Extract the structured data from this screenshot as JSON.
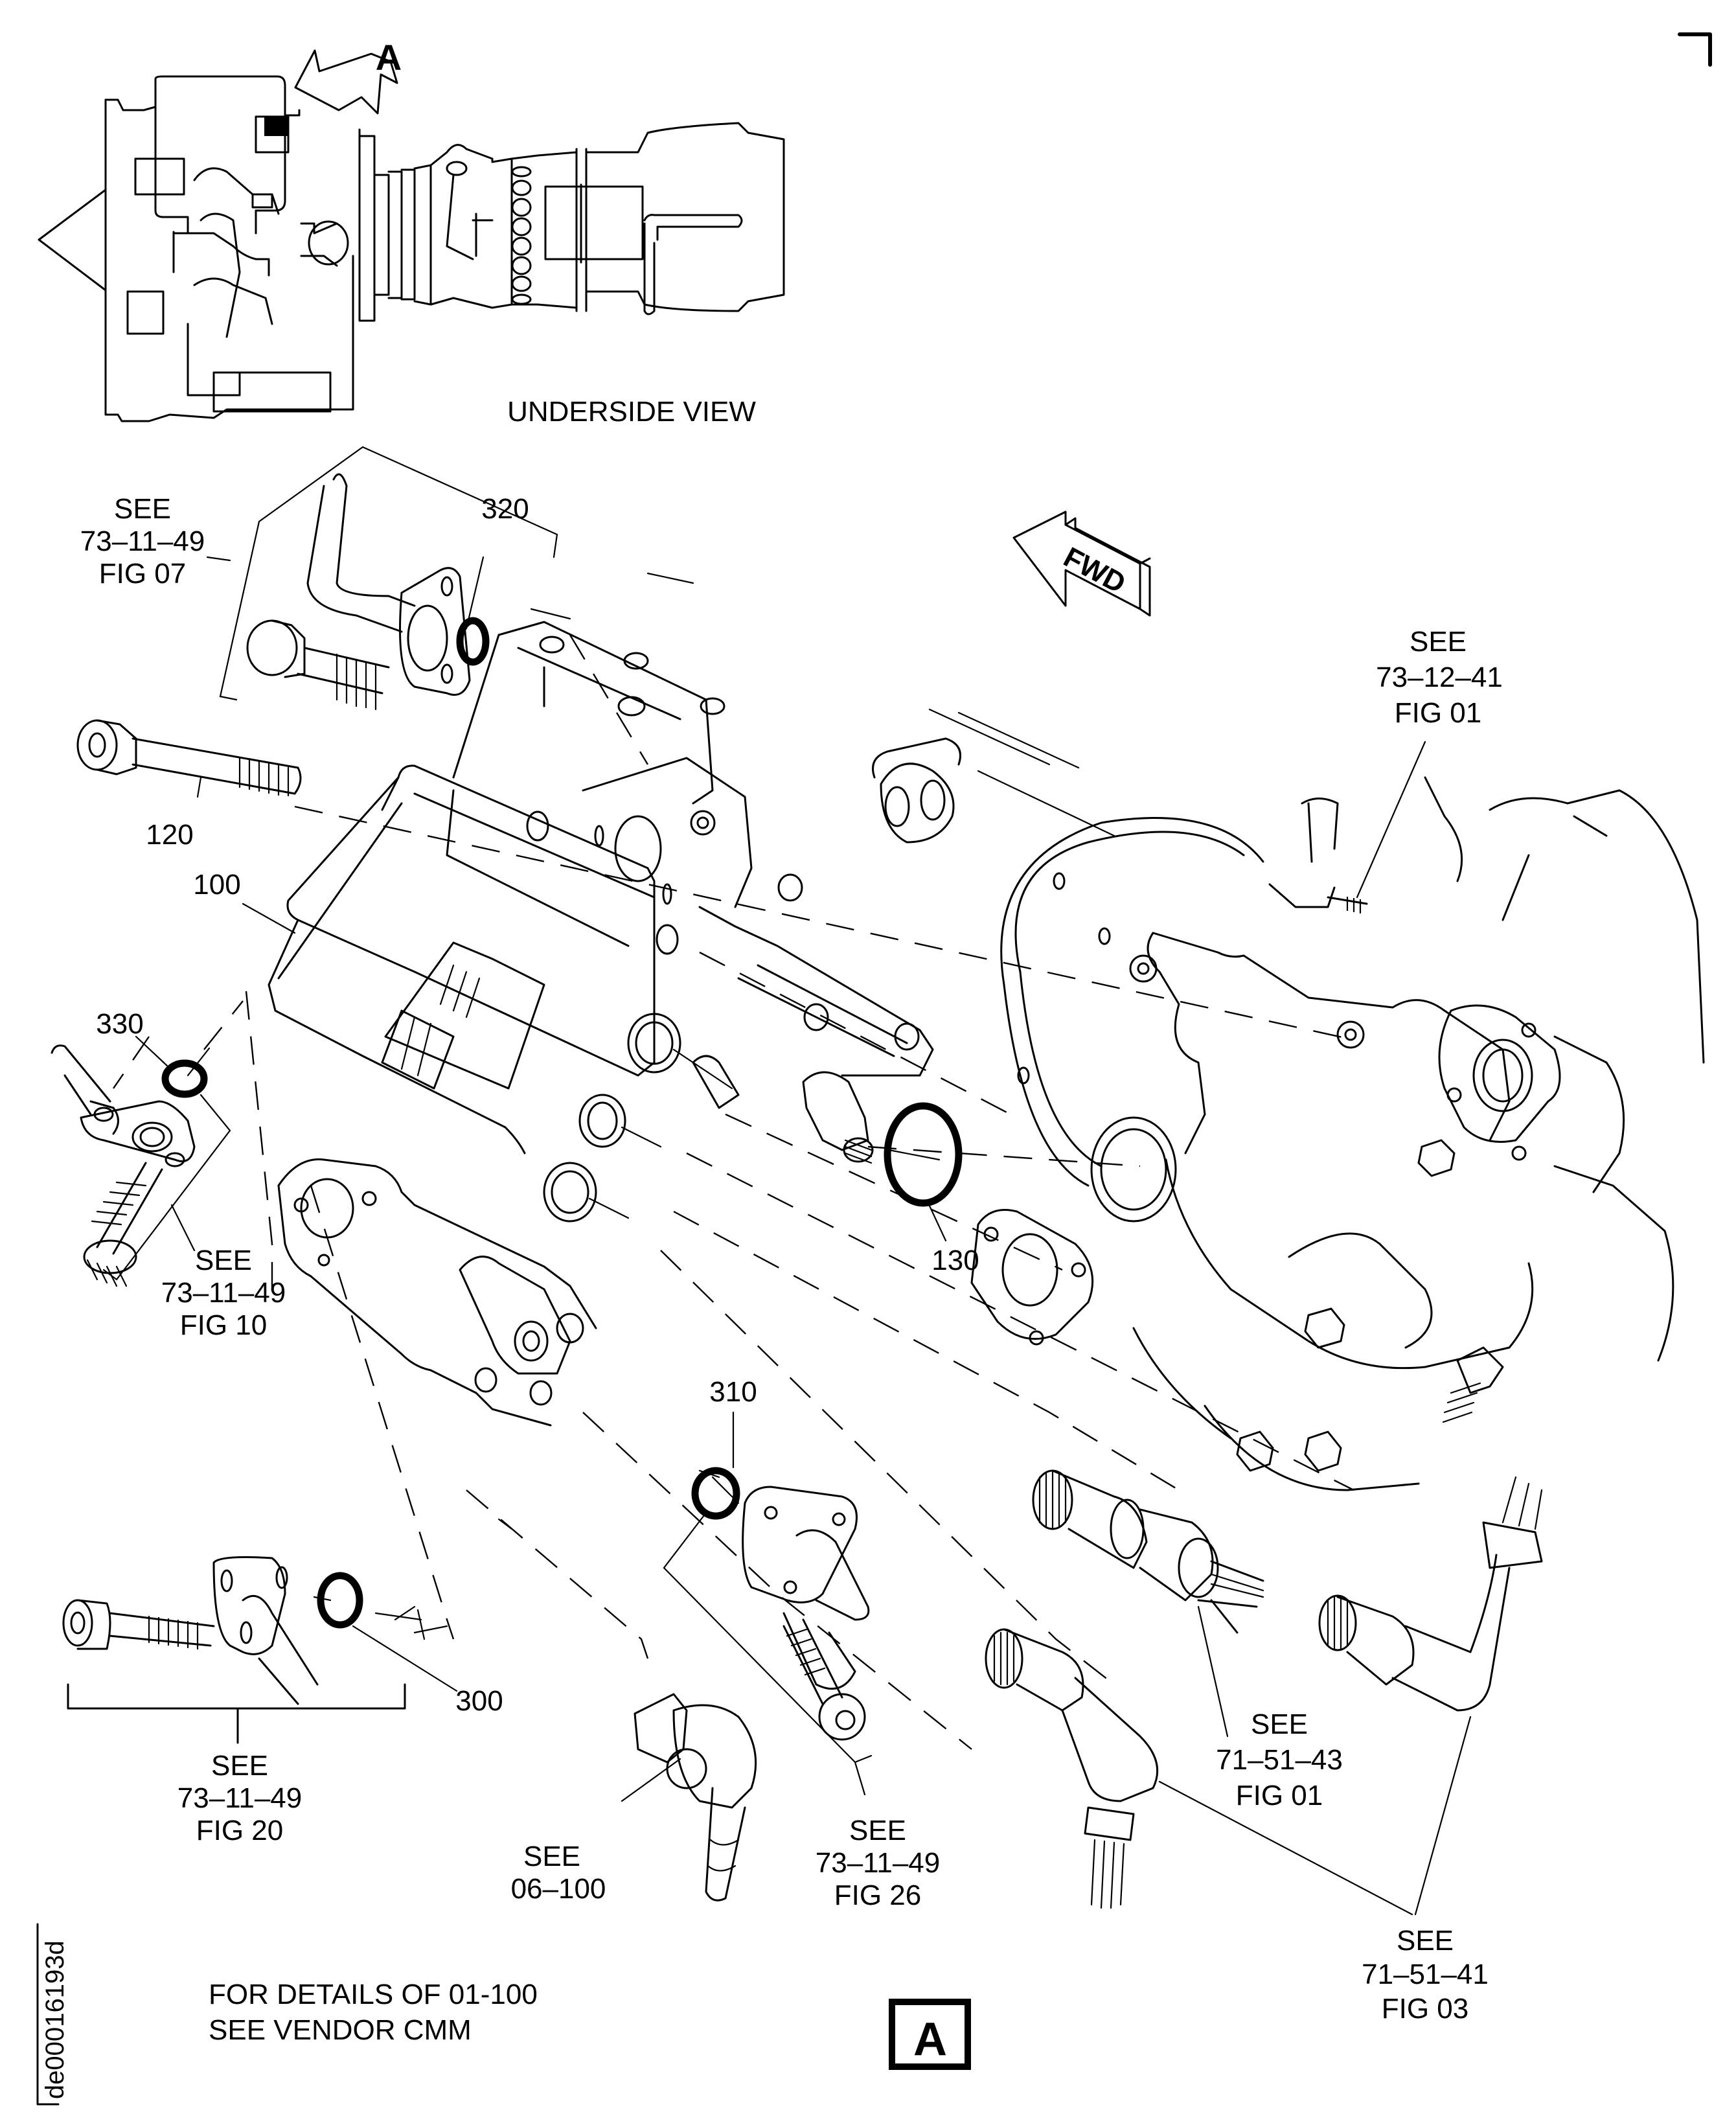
{
  "diagram": {
    "type": "exploded-parts-illustration",
    "view_a_label": "A",
    "underside_view_label": "UNDERSIDE VIEW",
    "fwd_arrow_label": "FWD",
    "figure_id": "de000161 93d",
    "figure_id_compact": "de00016193d",
    "view_key_box": "A",
    "note": {
      "line1": "FOR DETAILS OF 01-100",
      "line2": "SEE VENDOR CMM"
    },
    "item_numbers": {
      "i100": "100",
      "i120": "120",
      "i130": "130",
      "i300": "300",
      "i310": "310",
      "i320": "320",
      "i330": "330"
    },
    "references": {
      "fig07": {
        "see": "SEE",
        "ref": "73–11–49",
        "fig": "FIG 07"
      },
      "fig10": {
        "see": "SEE",
        "ref": "73–11–49",
        "fig": "FIG 10"
      },
      "fig20": {
        "see": "SEE",
        "ref": "73–11–49",
        "fig": "FIG 20"
      },
      "fig26": {
        "see": "SEE",
        "ref": "73–11–49",
        "fig": "FIG 26"
      },
      "r731241": {
        "see": "SEE",
        "ref": "73–12–41",
        "fig": "FIG 01"
      },
      "r715143": {
        "see": "SEE",
        "ref": "71–51–43",
        "fig": "FIG 01"
      },
      "r715141": {
        "see": "SEE",
        "ref": "71–51–41",
        "fig": "FIG 03"
      },
      "r06100": {
        "see": "SEE",
        "ref": "06–100"
      }
    },
    "colors": {
      "ink": "#000000",
      "paper": "#ffffff"
    }
  }
}
